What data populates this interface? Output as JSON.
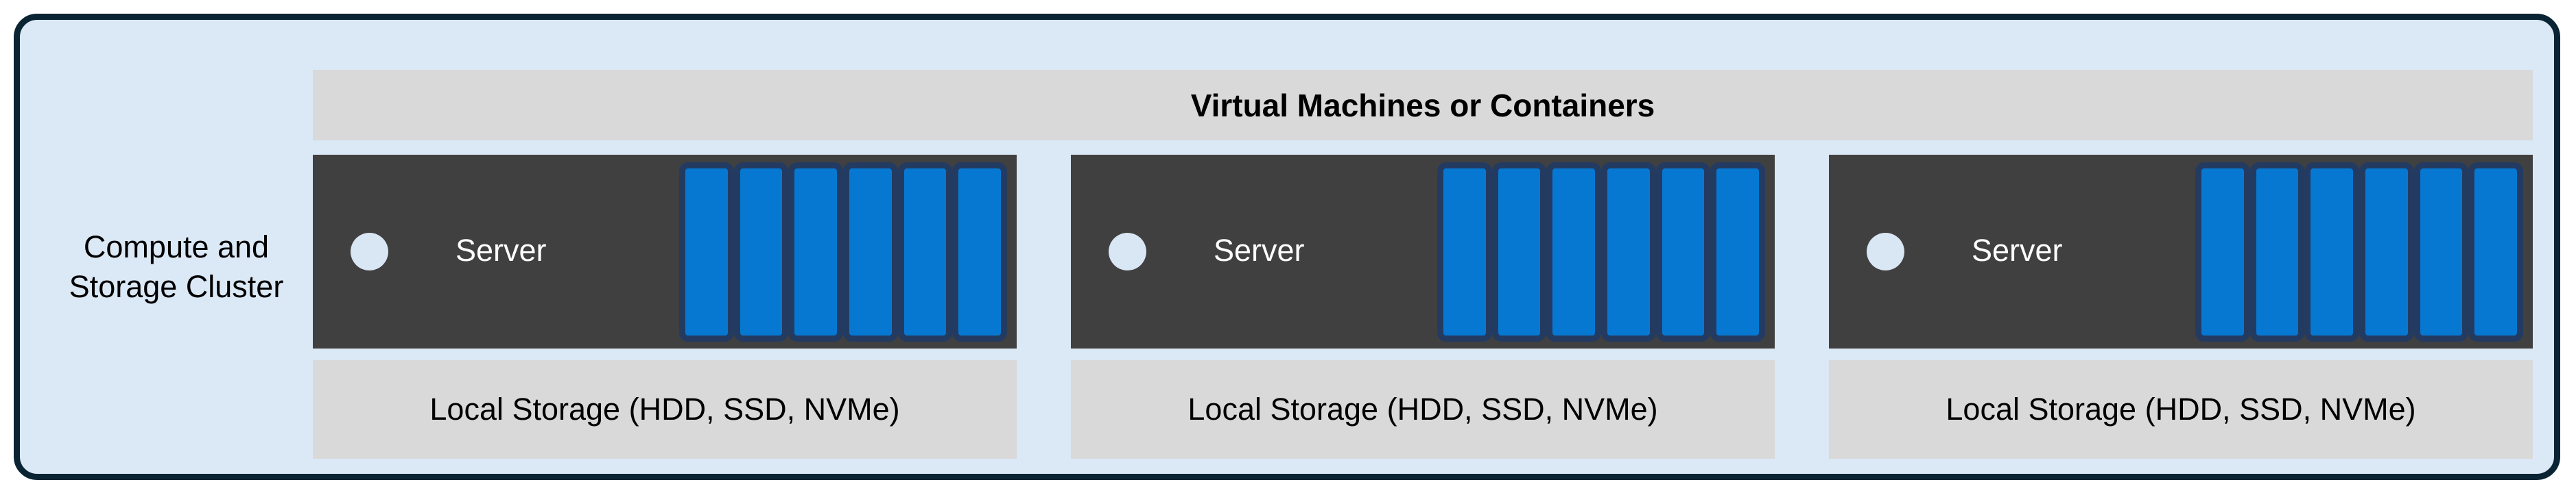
{
  "diagram": {
    "cluster_label": "Compute and Storage Cluster",
    "header": "Virtual Machines or Containers",
    "servers": [
      {
        "name": "Server",
        "storage_label": "Local Storage (HDD, SSD, NVMe)",
        "disk_count": 6
      },
      {
        "name": "Server",
        "storage_label": "Local Storage (HDD, SSD, NVMe)",
        "disk_count": 6
      },
      {
        "name": "Server",
        "storage_label": "Local Storage (HDD, SSD, NVMe)",
        "disk_count": 6
      }
    ]
  },
  "colors": {
    "page_bg": "#ffffff",
    "cluster_fill": "#dbe8f6",
    "cluster_border": "#0b2433",
    "panel_gray": "#d9d9d9",
    "server_dark": "#404040",
    "disk_blue": "#0778d2",
    "disk_border_navy": "#243b61",
    "dot_fill": "#d9e6f4",
    "server_text": "#ffffff",
    "label_text": "#000000"
  }
}
